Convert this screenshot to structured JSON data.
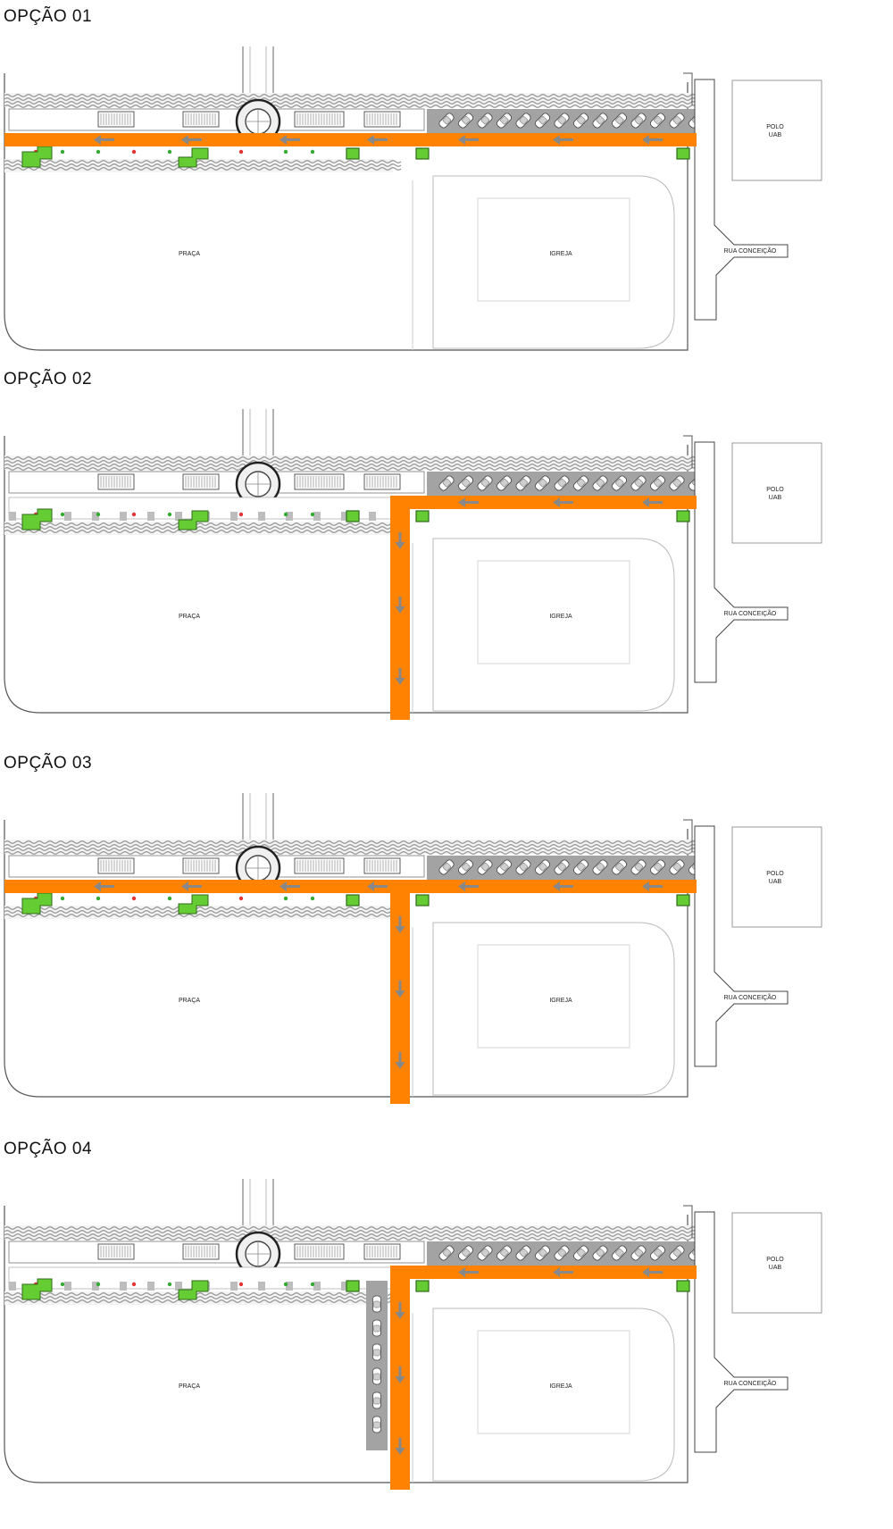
{
  "colors": {
    "route": "#ff8200",
    "arrow": "#888888",
    "pavement": "#9a9a9a",
    "parking": "#a3a3a3",
    "planter": "#66cc33",
    "outline": "#555555"
  },
  "labels": {
    "praca": "PRAÇA",
    "igreja": "IGREJA",
    "polo_line1": "POLO",
    "polo_line2": "UAB",
    "rua": "RUA CONCEIÇÃO"
  },
  "options": [
    {
      "title": "OPÇÃO 01",
      "variant": 1,
      "icons": [
        "arrow-left-icon",
        "car-icon",
        "planter-icon"
      ]
    },
    {
      "title": "OPÇÃO 02",
      "variant": 2,
      "icons": [
        "arrow-left-icon",
        "arrow-down-icon",
        "car-icon",
        "planter-icon"
      ]
    },
    {
      "title": "OPÇÃO 03",
      "variant": 3,
      "icons": [
        "arrow-left-icon",
        "arrow-down-icon",
        "car-icon",
        "planter-icon"
      ]
    },
    {
      "title": "OPÇÃO 04",
      "variant": 4,
      "icons": [
        "arrow-left-icon",
        "arrow-down-icon",
        "car-icon",
        "planter-icon"
      ]
    }
  ]
}
